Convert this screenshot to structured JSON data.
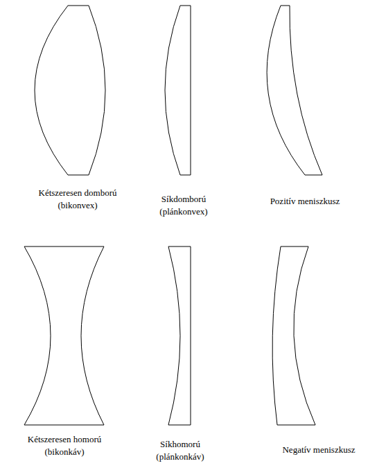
{
  "diagram": {
    "labels": [
      "Kétszeresen domború",
      "(bikonvex)",
      "Síkdomború",
      "(plánkonvex)",
      "Pozitív meniszkusz",
      "Kétszeresen homorú",
      "(bikonkáv)",
      "Síkhomorú",
      "(plánkonkáv)",
      "Negatív meniszkusz"
    ]
  }
}
